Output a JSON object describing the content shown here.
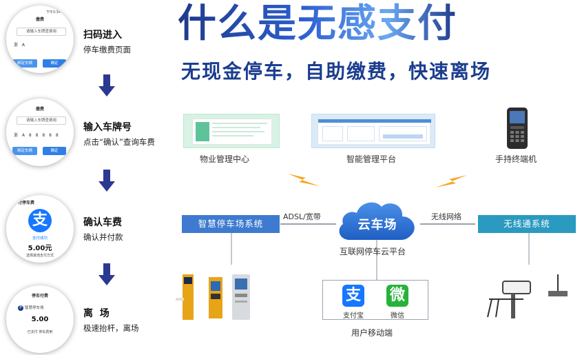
{
  "headline": "什么是无感支付",
  "subline": "无现金停车，自助缴费，快速离场",
  "steps": [
    {
      "title": "扫码进入",
      "subtitle": "停车缴费页面",
      "screen": {
        "time": "下午3:34",
        "header": "缴费",
        "placeholder": "请输入车牌查费用",
        "plate": "浙 A",
        "left_button": "绑定车辆",
        "right_button": "确定"
      }
    },
    {
      "title": "输入车牌号",
      "subtitle": "点击“确认”查询车费",
      "screen": {
        "header": "缴费",
        "placeholder": "请输入车牌查费用",
        "plate": "浙 A 8 8 8 8 8",
        "left_button": "绑定车辆",
        "right_button": "确定"
      }
    },
    {
      "title": "确认车费",
      "subtitle": "确认并付款",
      "screen": {
        "header": "付停车费",
        "badge": "支",
        "status": "支付成功",
        "amount": "5.00元",
        "footer": "选择其他支付方式"
      }
    },
    {
      "title": "离  场",
      "subtitle": "极速抬杆，离场",
      "screen": {
        "header": "停车付费",
        "brand_glyph": "P",
        "brand": "智慧停车场",
        "amount": "5.00",
        "footer": "已支付 停车费用"
      }
    }
  ],
  "diagram": {
    "top_nodes": [
      {
        "label": "物业管理中心"
      },
      {
        "label": "智能管理平台"
      },
      {
        "label": "手持终端机"
      }
    ],
    "left_system": "智慧停车场系统",
    "left_link": "ADSL/宽带",
    "cloud": "云车场",
    "cloud_caption": "互联网停车云平台",
    "right_link": "无线网络",
    "right_system": "无线通系统",
    "user_apps": [
      {
        "glyph": "支",
        "label": "支付宝",
        "color": "#1677ff"
      },
      {
        "glyph": "微",
        "label": "微信",
        "color": "#25b33a"
      }
    ],
    "user_caption": "用户移动端"
  },
  "colors": {
    "arrow": "#2b3990",
    "left_system_box": "#3e7bd0",
    "right_system_box": "#2a9ac0",
    "cloud": "#2f74d6",
    "lightning": "#f5a623"
  }
}
